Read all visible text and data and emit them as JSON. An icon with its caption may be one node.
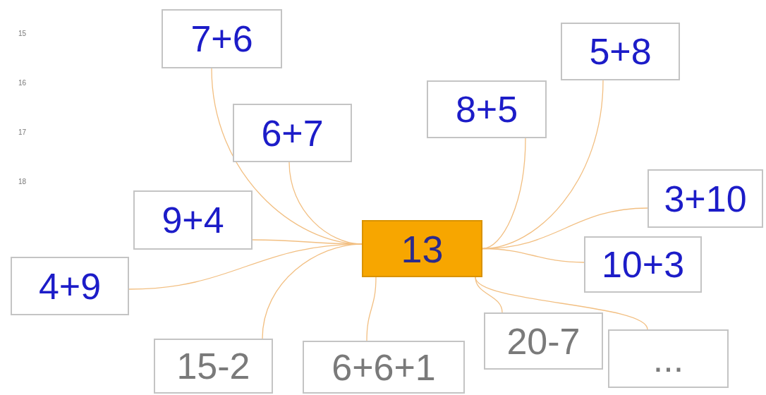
{
  "diagram": {
    "nodes": [
      {
        "text": [
          "13"
        ]
      },
      {
        "text": [
          "7+6"
        ]
      },
      {
        "text": [
          "5+8"
        ]
      },
      {
        "text": [
          "8+5"
        ]
      },
      {
        "text": [
          "6+7"
        ]
      },
      {
        "text": [
          "3+10"
        ]
      },
      {
        "text": [
          "9+4"
        ]
      },
      {
        "text": [
          "10+3"
        ]
      },
      {
        "text": [
          "4+9"
        ]
      },
      {
        "text": [
          "20-7"
        ]
      },
      {
        "text": [
          "..."
        ]
      },
      {
        "text": [
          "15-2"
        ]
      },
      {
        "text": [
          "6+6+1"
        ]
      }
    ],
    "edges": [
      {
        "from": 0,
        "to": 1,
        "arrow": "none"
      },
      {
        "from": 0,
        "to": 2,
        "arrow": "none"
      },
      {
        "from": 0,
        "to": 3,
        "arrow": "none"
      },
      {
        "from": 0,
        "to": 4,
        "arrow": "none"
      },
      {
        "from": 0,
        "to": 5,
        "arrow": "none"
      },
      {
        "from": 0,
        "to": 6,
        "arrow": "none"
      },
      {
        "from": 0,
        "to": 7,
        "arrow": "none"
      },
      {
        "from": 0,
        "to": 8,
        "arrow": "none"
      },
      {
        "from": 0,
        "to": 9,
        "arrow": "none"
      },
      {
        "from": 0,
        "to": 10,
        "arrow": "none"
      },
      {
        "from": 0,
        "to": 11,
        "arrow": "none"
      },
      {
        "from": 0,
        "to": 12,
        "arrow": "none"
      }
    ],
    "labels": [
      "15",
      "16",
      "17",
      "18"
    ]
  }
}
